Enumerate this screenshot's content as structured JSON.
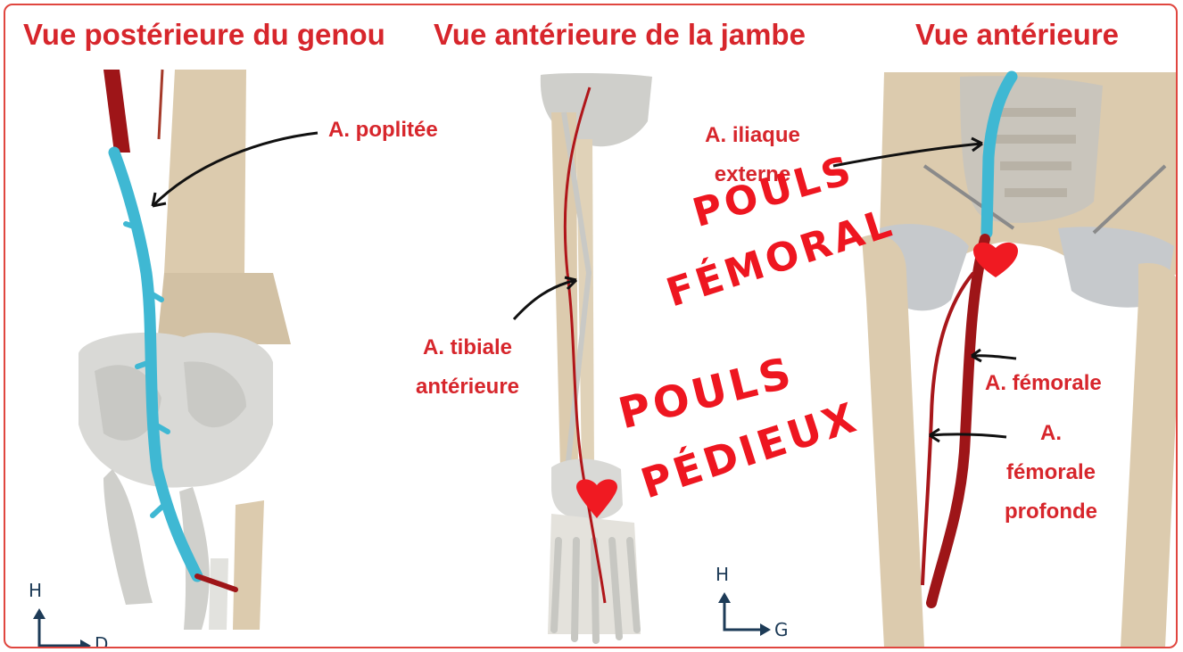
{
  "titles": {
    "posterior_knee": "Vue postérieure du genou",
    "anterior_leg": "Vue antérieure de la jambe",
    "anterior": "Vue antérieure"
  },
  "labels": {
    "poplitee": "A. poplitée",
    "tibiale_line1": "A. tibiale",
    "tibiale_line2": "antérieure",
    "iliaque_line1": "A. iliaque",
    "iliaque_line2": "externe",
    "femorale": "A. fémorale",
    "femorale_profonde_line1": "A.",
    "femorale_profonde_line2": "fémorale",
    "femorale_profonde_line3": "profonde"
  },
  "handwritten": {
    "pouls_femoral_1": "POULS",
    "pouls_femoral_2": "FÉMORAL",
    "pouls_pedieux_1": "POULS",
    "pouls_pedieux_2": "PÉDIEUX"
  },
  "axes": {
    "left": {
      "up": "H",
      "right": "D"
    },
    "middle": {
      "up": "H",
      "right": "G"
    }
  },
  "colors": {
    "title_red": "#d7262c",
    "artery_dark_red": "#9e1518",
    "vein_blue": "#3fb8d3",
    "bone": "#dccbae",
    "muscle_grey": "#d5d5d2",
    "heart_red": "#f01a22",
    "axis_navy": "#1d3b57"
  }
}
